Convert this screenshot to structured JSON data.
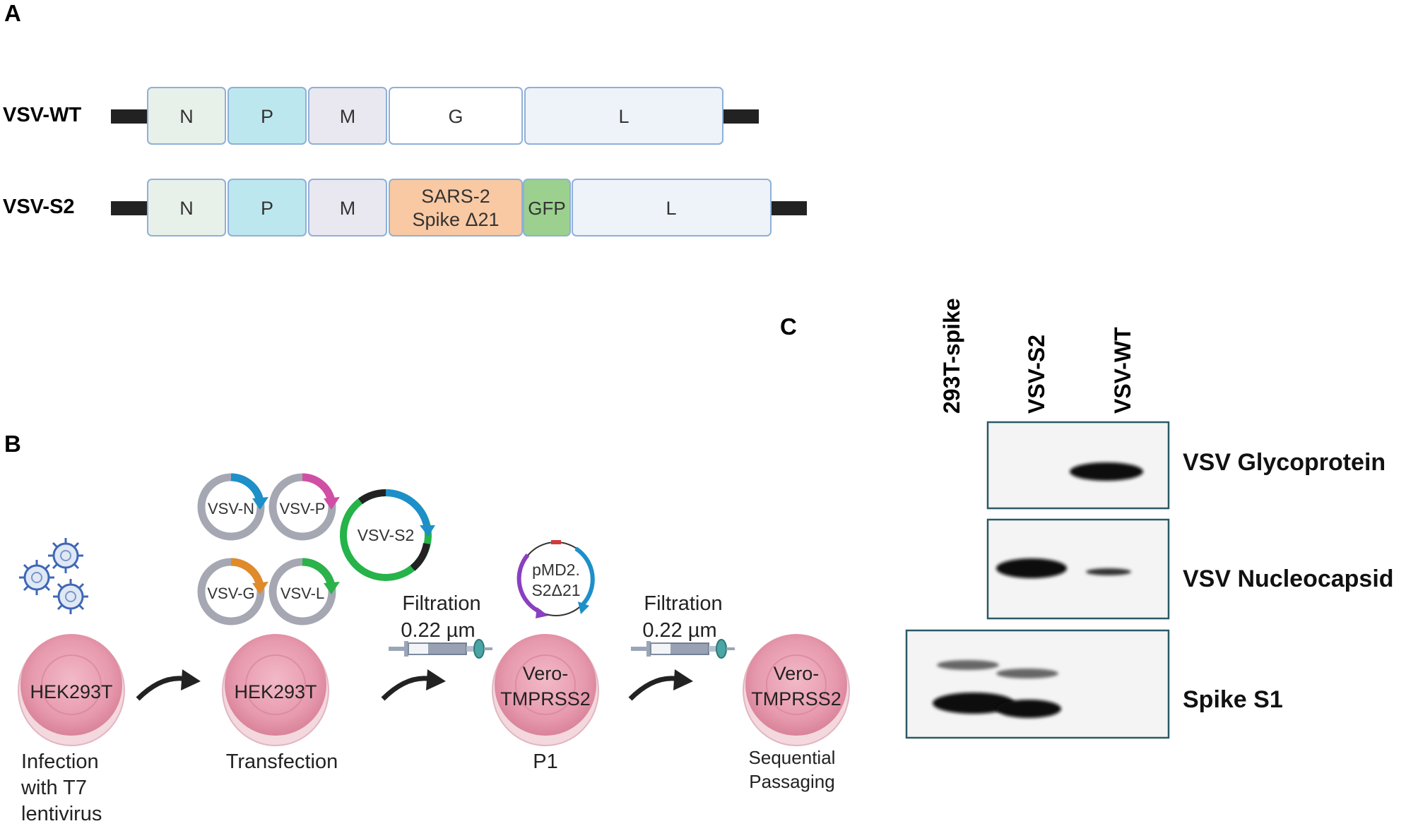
{
  "panel_a": {
    "letter": "A",
    "constructs": [
      {
        "name": "VSV-WT",
        "segments": [
          "N",
          "P",
          "M",
          "G",
          "L"
        ]
      },
      {
        "name": "VSV-S2",
        "segments": [
          "N",
          "P",
          "M",
          "SARS-2",
          "Spike Δ21",
          "GFP",
          "L"
        ]
      }
    ]
  },
  "panel_b": {
    "letter": "B",
    "plasmids": [
      "VSV-N",
      "VSV-P",
      "VSV-G",
      "VSV-L",
      "VSV-S2",
      "pMD2.",
      "S2Δ21"
    ],
    "dishes": [
      "HEK293T",
      "HEK293T",
      "Vero-",
      "TMPRSS2",
      "Vero-",
      "TMPRSS2"
    ],
    "filtration": [
      "Filtration",
      "0.22 µm",
      "Filtration",
      "0.22 µm"
    ],
    "captions": {
      "step1": [
        "Infection",
        "with T7",
        "lentivirus"
      ],
      "step2": "Transfection",
      "step3": "P1",
      "step4": [
        "Sequential",
        "Passaging"
      ]
    }
  },
  "panel_c": {
    "letter": "C",
    "lanes": [
      "293T-spike",
      "VSV-S2",
      "VSV-WT"
    ],
    "blots": [
      {
        "label": "VSV Glycoprotein",
        "band_intensity": [
          0,
          0,
          1
        ]
      },
      {
        "label": "VSV Nucleocapsid",
        "band_intensity": [
          0,
          1,
          0.35
        ]
      },
      {
        "label": "Spike S1",
        "band_intensity": [
          1,
          1,
          0
        ]
      }
    ]
  },
  "colors": {
    "N": "#e8f0ea",
    "P": "#bde7ee",
    "M": "#e9e8f0",
    "G": "#ffffff",
    "L": "#eef3f9",
    "spike": "#f9c9a4",
    "GFP": "#9bd08e",
    "outline": "#8fb0d8",
    "dish": "#e8a0b4",
    "blot_border": "#2a5a66"
  }
}
